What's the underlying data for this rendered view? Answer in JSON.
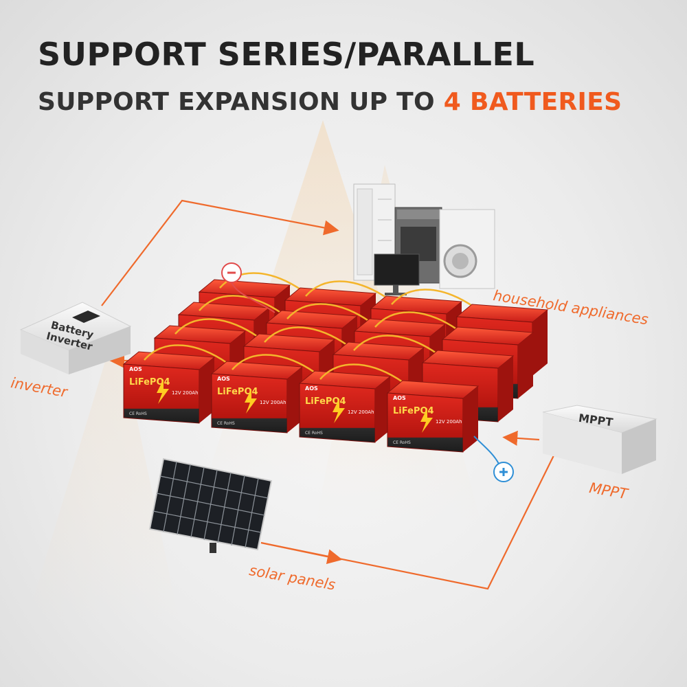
{
  "headline": "SUPPORT SERIES/PARALLEL",
  "subheadline": {
    "prefix": "SUPPORT EXPANSION UP TO",
    "highlight": "4 BATTERIES"
  },
  "labels": {
    "household": "household appliances",
    "inverter": "inverter",
    "mppt": "MPPT",
    "solar": "solar panels"
  },
  "devices": {
    "inverter_box_line1": "Battery",
    "inverter_box_line2": "Inverter",
    "mppt_box": "MPPT"
  },
  "battery": {
    "brand": "AOS",
    "chemistry": "LiFePO4",
    "rating": "12V 200Ah",
    "marks": "CE RoHS"
  },
  "terminals": {
    "negative": "−",
    "positive": "+"
  },
  "colors": {
    "accent": "#f05a1e",
    "battery_red": "#d8201a",
    "cable_yellow": "#f4b52c",
    "negative": "#e14b4b",
    "positive": "#2f8fd6"
  }
}
